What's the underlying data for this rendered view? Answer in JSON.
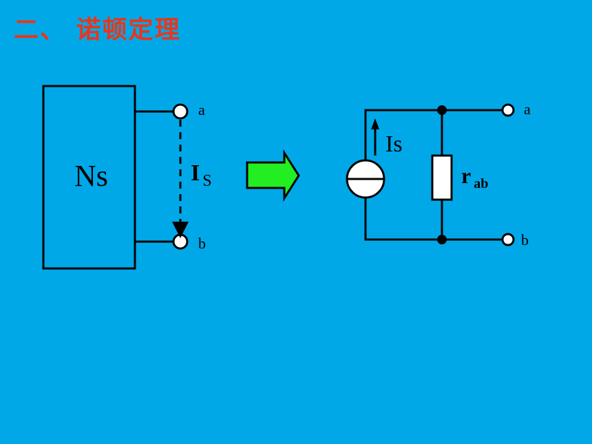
{
  "title": "二、 诺顿定理",
  "left_circuit": {
    "box_label": "Ns",
    "current_label_main": "I",
    "current_label_sub": "S",
    "terminal_a": "a",
    "terminal_b": "b"
  },
  "right_circuit": {
    "source_label": "Is",
    "resistor_label_main": "r",
    "resistor_label_sub": "ab",
    "terminal_a": "a",
    "terminal_b": "b"
  },
  "colors": {
    "background": "#00a8e8",
    "title": "#e8361c",
    "arrow_fill": "#22ee22",
    "stroke": "#000000"
  }
}
